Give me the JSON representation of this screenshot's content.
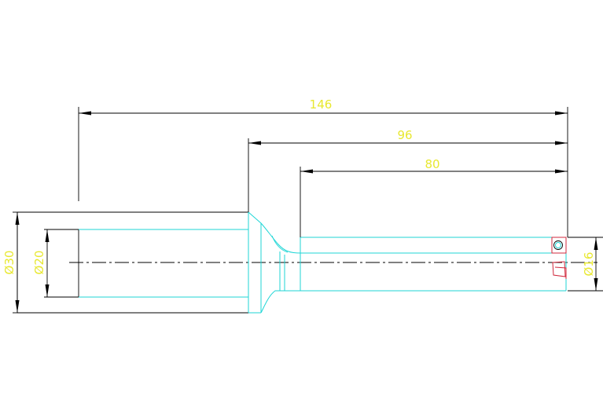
{
  "dimensions": {
    "overall_length": "146",
    "body_length": "96",
    "flute_length": "80",
    "shank_diameter": "Ø30",
    "bore_diameter": "Ø20",
    "cutting_diameter": "Ø16"
  },
  "colors": {
    "dimension_lines": "#000000",
    "dimension_text": "#e8e830",
    "tool_outline": "#1fd6d6",
    "insert_outline": "#d0283c",
    "background": "#ffffff"
  }
}
